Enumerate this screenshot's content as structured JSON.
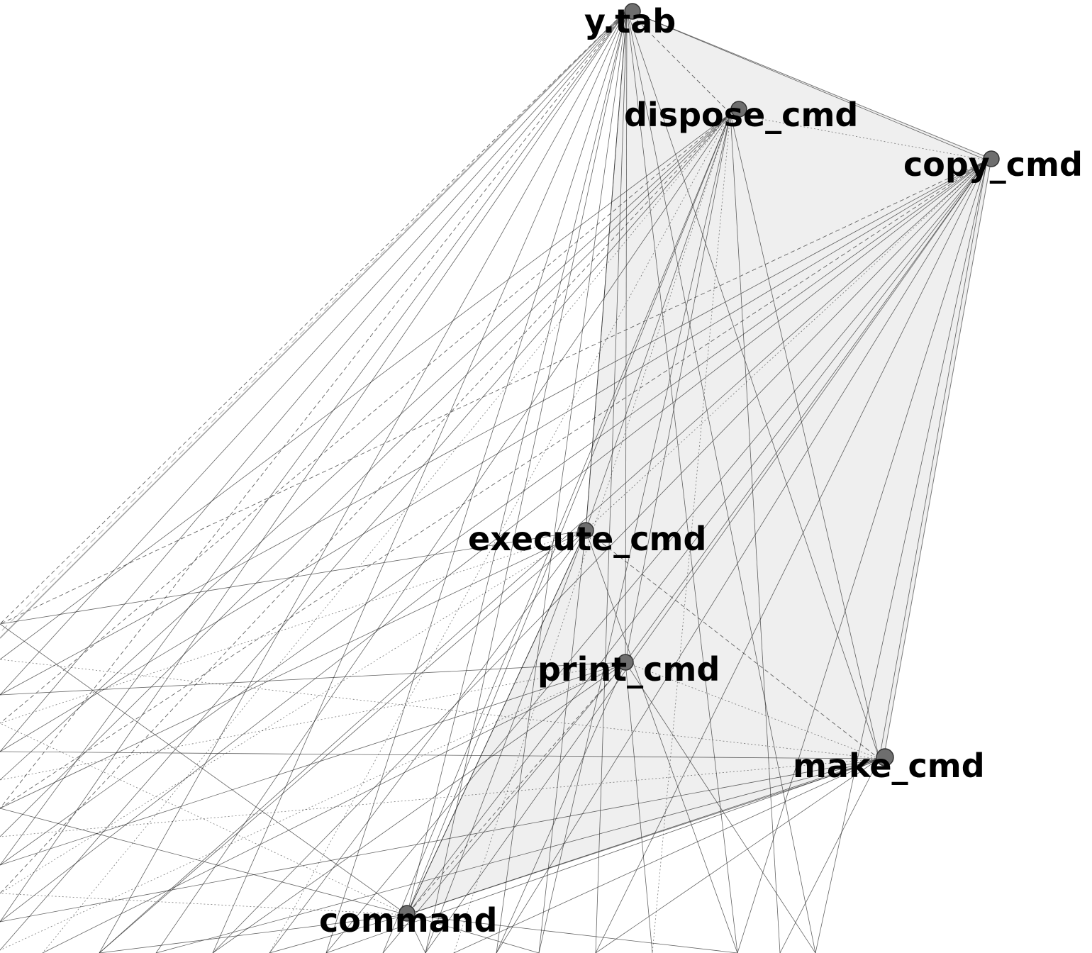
{
  "graph": {
    "nodes": [
      {
        "id": "ytab",
        "label": "y.tab"
      },
      {
        "id": "dispose",
        "label": "dispose_cmd"
      },
      {
        "id": "copy",
        "label": "copy_cmd"
      },
      {
        "id": "execute",
        "label": "execute_cmd"
      },
      {
        "id": "print",
        "label": "print_cmd"
      },
      {
        "id": "make",
        "label": "make_cmd"
      },
      {
        "id": "command",
        "label": "command"
      }
    ],
    "colors": {
      "hull_fill": "#efefef",
      "edge": "#222222",
      "node_fill": "#6e6e6e"
    }
  }
}
